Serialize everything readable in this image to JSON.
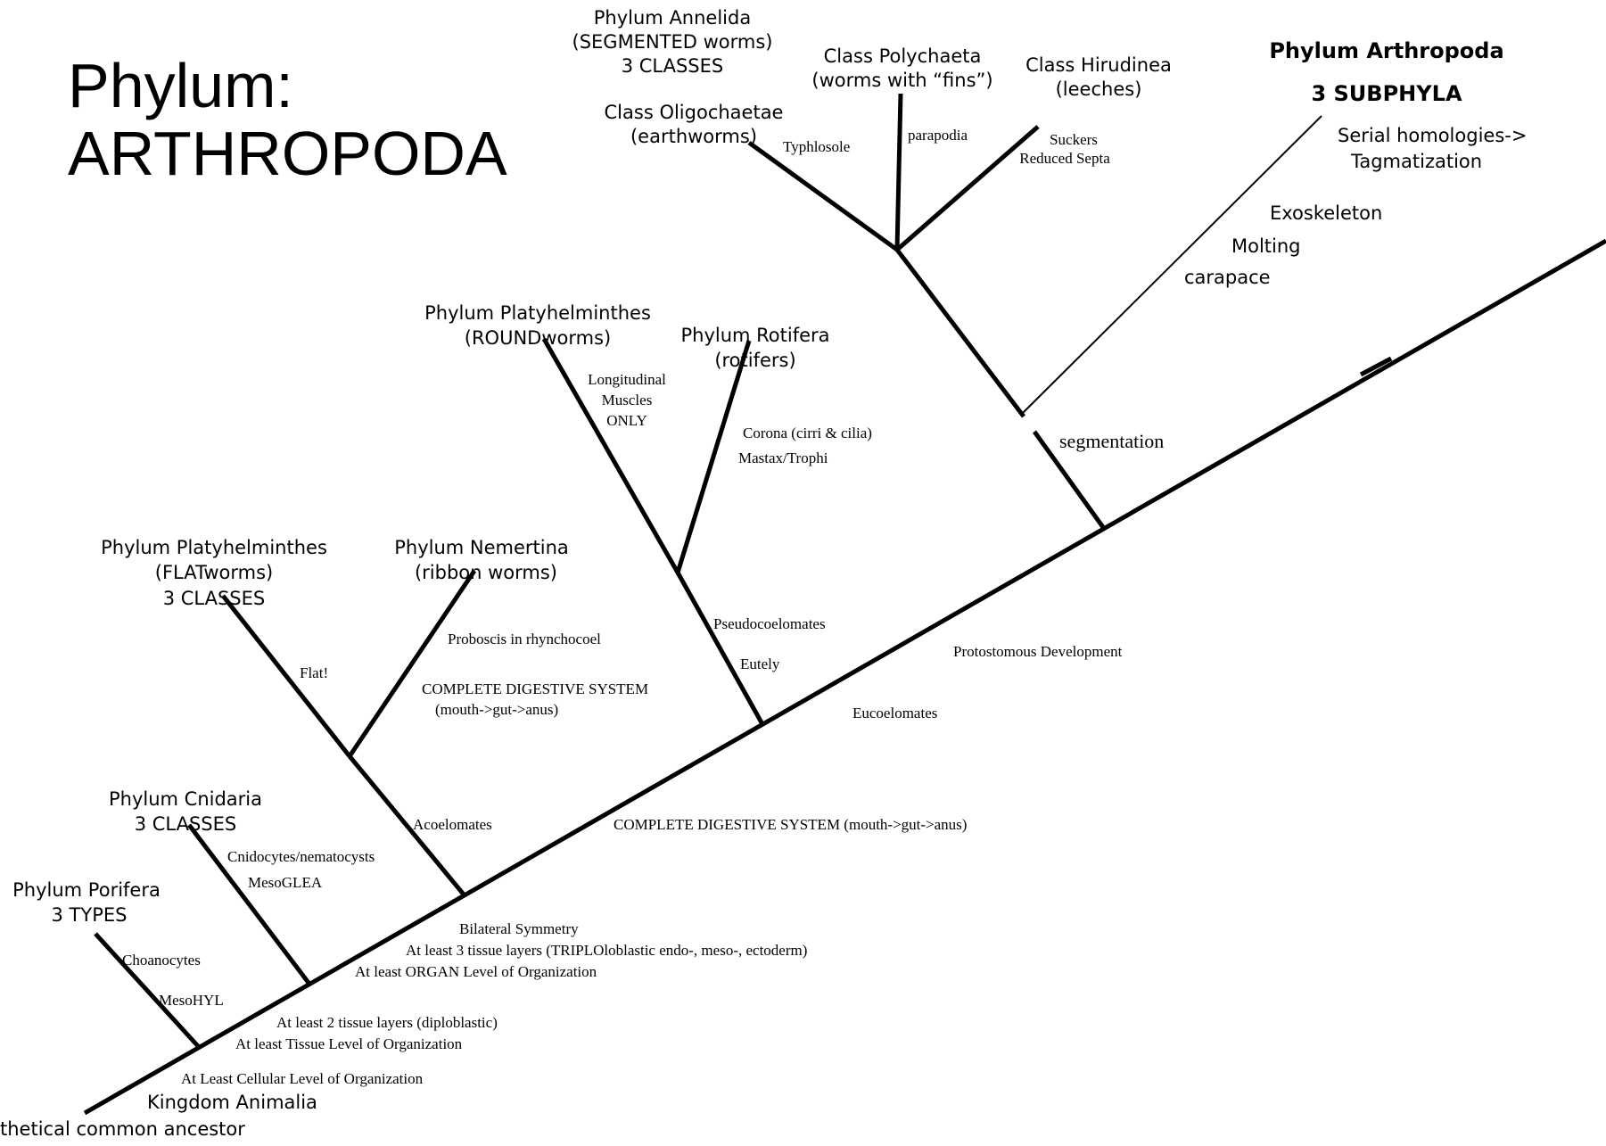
{
  "title": {
    "line1": "Phylum:",
    "line2": "ARTHROPODA"
  },
  "clades": {
    "porifera": {
      "name": "Phylum Porifera",
      "sub": "3 TYPES",
      "traits": [
        "Choanocytes",
        "MesoHYL"
      ]
    },
    "cnidaria": {
      "name": "Phylum Cnidaria",
      "sub": "3 CLASSES",
      "traits": [
        "Cnidocytes/nematocysts",
        "MesoGLEA"
      ]
    },
    "flatworms": {
      "name": "Phylum Platyhelminthes",
      "sub": "(FLATworms)",
      "sub2": "3 CLASSES",
      "traits": [
        "Flat!"
      ]
    },
    "nemertina": {
      "name": "Phylum Nemertina",
      "sub": "(ribbon worms)",
      "traits": [
        "Proboscis in rhynchocoel",
        "COMPLETE DIGESTIVE SYSTEM",
        "(mouth->gut->anus)"
      ]
    },
    "roundworms": {
      "name": "Phylum Platyhelminthes",
      "sub": "(ROUNDworms)",
      "traits": [
        "Longitudinal",
        "Muscles",
        "ONLY"
      ]
    },
    "rotifera": {
      "name": "Phylum Rotifera",
      "sub": "(rotifers)",
      "traits": [
        "Corona (cirri & cilia)",
        "Mastax/Trophi"
      ]
    },
    "annelida": {
      "name": "Phylum Annelida",
      "sub": "(SEGMENTED worms)",
      "sub2": "3 CLASSES"
    },
    "oligochaetae": {
      "name": "Class Oligochaetae",
      "sub": "(earthworms)",
      "trait": "Typhlosole"
    },
    "polychaeta": {
      "name": "Class Polychaeta",
      "sub": "(worms with “fins”)",
      "trait": "parapodia"
    },
    "hirudinea": {
      "name": "Class Hirudinea",
      "sub": "(leeches)",
      "traits": [
        "Suckers",
        "Reduced Septa"
      ]
    },
    "arthropoda": {
      "name": "Phylum  Arthropoda",
      "sub": "3 SUBPHYLA",
      "traits": [
        "Serial homologies->",
        "Tagmatization",
        "Exoskeleton",
        "Molting",
        "carapace"
      ]
    }
  },
  "backbone": {
    "cellular": "At Least Cellular Level of  Organization",
    "kingdom": "Kingdom Animalia",
    "ancestor": "thetical common ancestor",
    "diploblastic": "At least 2 tissue layers (diploblastic)",
    "tissue_level": "At  least Tissue Level  of  Organization",
    "bilateral": "Bilateral Symmetry",
    "triploblastic": "At least 3  tissue layers (TRIPLOloblastic endo-, meso-, ectoderm)",
    "organ_level": "At  least  ORGAN  Level  of  Organization",
    "acoelomates": "Acoelomates",
    "complete_digestive": "COMPLETE DIGESTIVE SYSTEM (mouth->gut->anus)",
    "pseudocoelomates": "Pseudocoelomates",
    "eutely": "Eutely",
    "eucoelomates": "Eucoelomates",
    "protostomous": "Protostomous Development",
    "segmentation": "segmentation"
  }
}
